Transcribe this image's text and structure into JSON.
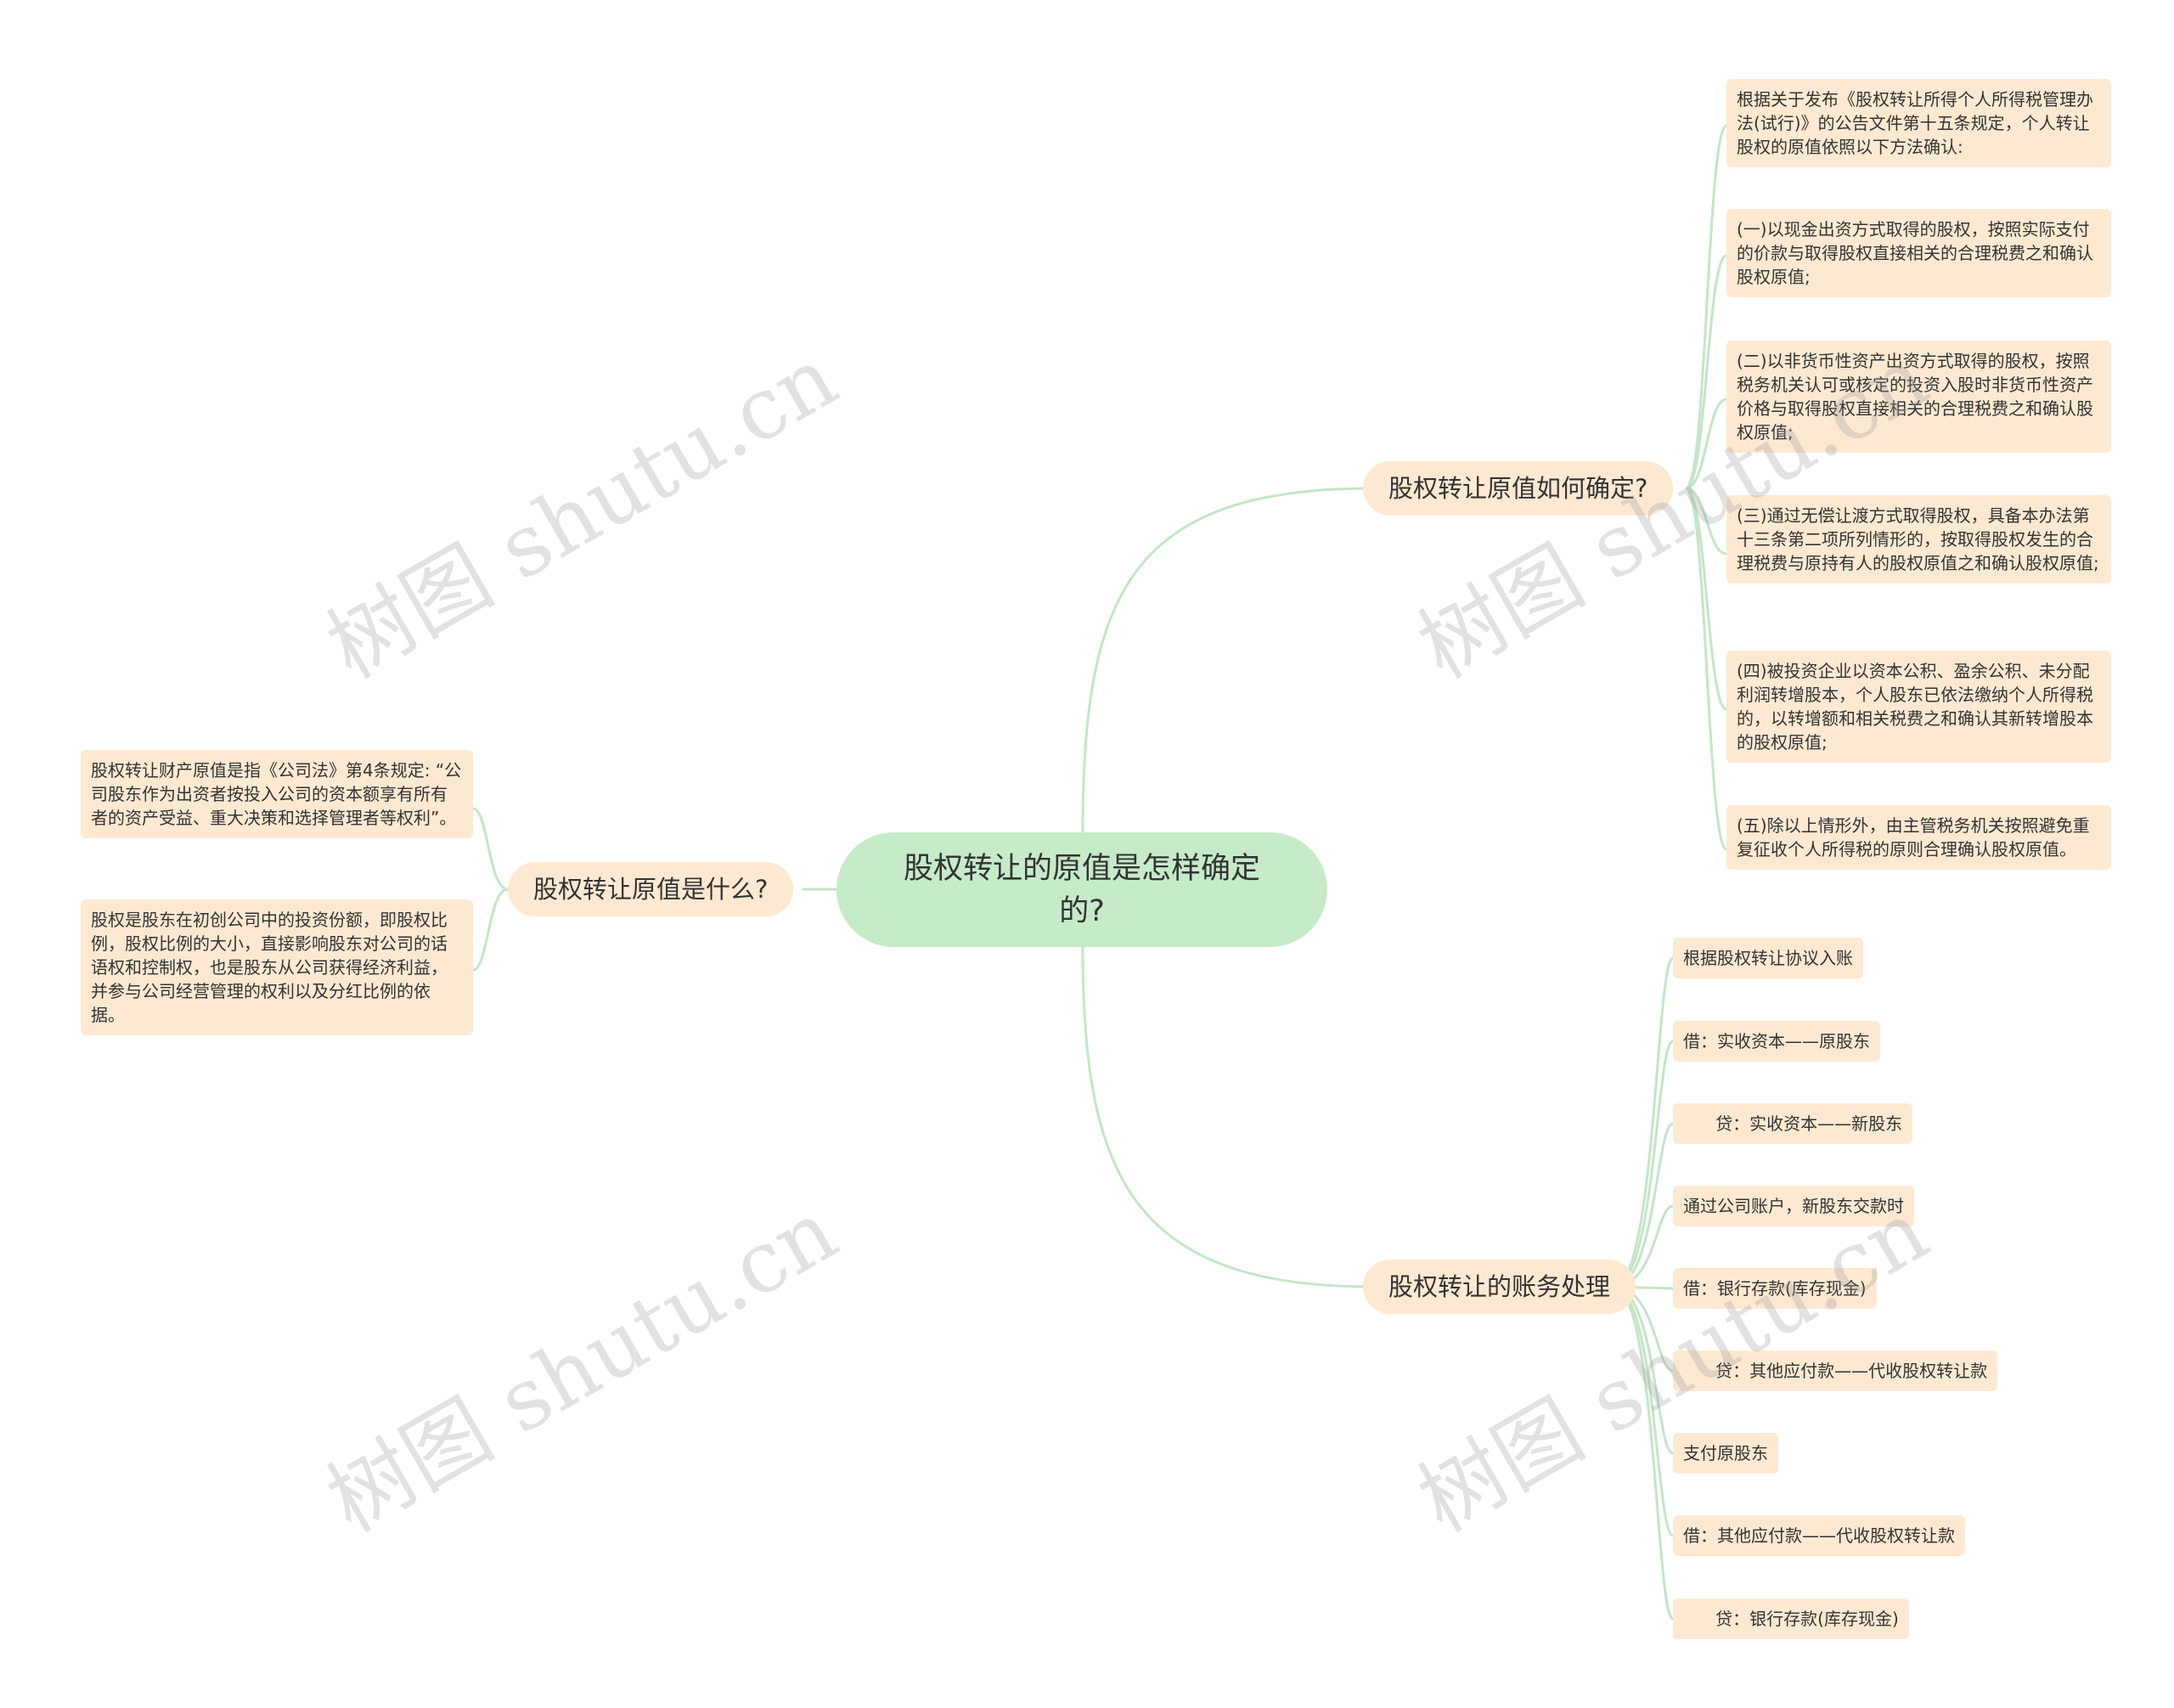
{
  "root": {
    "label": "股权转让的原值是怎样确定的?"
  },
  "branches": {
    "determine": {
      "label": "股权转让原值如何确定?",
      "items": [
        "根据关于发布《股权转让所得个人所得税管理办法(试行)》的公告文件第十五条规定，个人转让股权的原值依照以下方法确认:",
        "(一)以现金出资方式取得的股权，按照实际支付的价款与取得股权直接相关的合理税费之和确认股权原值;",
        "(二)以非货币性资产出资方式取得的股权，按照税务机关认可或核定的投资入股时非货币性资产价格与取得股权直接相关的合理税费之和确认股权原值;",
        "(三)通过无偿让渡方式取得股权，具备本办法第十三条第二项所列情形的，按取得股权发生的合理税费与原持有人的股权原值之和确认股权原值;",
        "(四)被投资企业以资本公积、盈余公积、未分配利润转增股本，个人股东已依法缴纳个人所得税的，以转增额和相关税费之和确认其新转增股本的股权原值;",
        "(五)除以上情形外，由主管税务机关按照避免重复征收个人所得税的原则合理确认股权原值。"
      ]
    },
    "what": {
      "label": "股权转让原值是什么?",
      "items": [
        "股权转让财产原值是指《公司法》第4条规定: “公司股东作为出资者按投入公司的资本额享有所有者的资产受益、重大决策和选择管理者等权利”。",
        "股权是股东在初创公司中的投资份额，即股权比例，股权比例的大小，直接影响股东对公司的话语权和控制权，也是股东从公司获得经济利益，并参与公司经营管理的权利以及分红比例的依据。"
      ]
    },
    "accounting": {
      "label": "股权转让的账务处理",
      "items": [
        "根据股权转让协议入账",
        "借：实收资本——原股东",
        "      贷：实收资本——新股东",
        "通过公司账户，新股东交款时",
        "借：银行存款(库存现金)",
        "      贷：其他应付款——代收股权转让款",
        "支付原股东",
        "借：其他应付款——代收股权转让款",
        "      贷：银行存款(库存现金)"
      ]
    }
  },
  "watermark": "树图 shutu.cn",
  "colors": {
    "root": "#c6ebc9",
    "node": "#fde9d2",
    "line": "#c3e6c6"
  }
}
